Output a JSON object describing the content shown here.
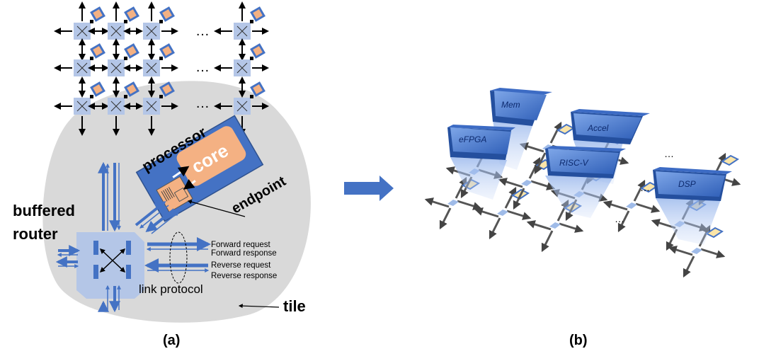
{
  "panel_a": {
    "dots": "…",
    "labels": {
      "processor": "processor",
      "core": "core",
      "endpoint": "endpoint",
      "buffered": "buffered",
      "router": "router",
      "forward_request": "Forward request",
      "forward_response": "Forward response",
      "reverse_request": "Reverse request",
      "reverse_response": "Reverse response",
      "link_protocol": "link protocol",
      "tile": "tile"
    },
    "caption": "(a)"
  },
  "panel_b": {
    "tiles": {
      "mem": "Mem",
      "efpga": "eFPGA",
      "accel": "Accel",
      "riscv": "RISC-V",
      "dsp": "DSP"
    },
    "dots": "…",
    "caption": "(b)"
  },
  "colors": {
    "router_fill": "#b4c6e7",
    "core_orange": "#f4b183",
    "processor_blue": "#4472c4",
    "arrow_blue": "#4472c4",
    "tile_gray": "#d9d9d9",
    "block_top": "#5b8bd6"
  }
}
